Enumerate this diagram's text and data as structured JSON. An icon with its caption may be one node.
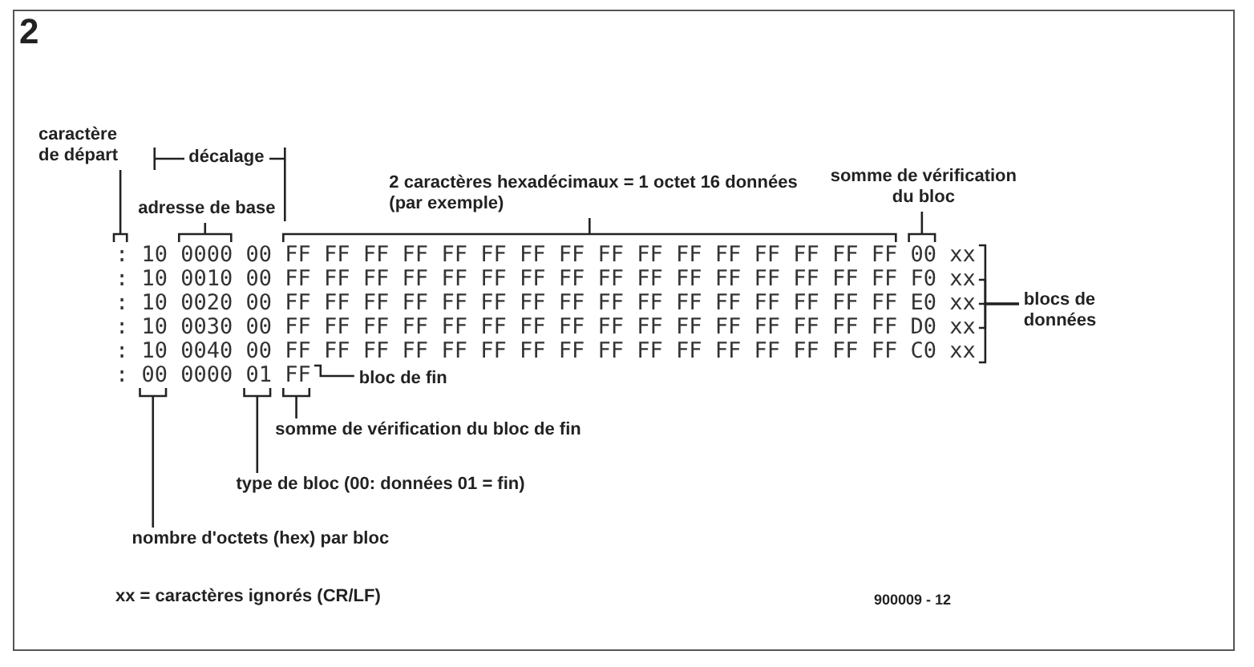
{
  "diagram": {
    "nodes": [
      {
        "text": [
          "caractère de départ"
        ]
      },
      {
        "text": [
          "adresse de base"
        ]
      },
      {
        "text": [
          "2 caractères hexadécimaux = 1 octet 16 données (par exemple)"
        ]
      },
      {
        "text": [
          "somme de vérification du bloc"
        ]
      },
      {
        "text": [
          "blocs de données"
        ]
      },
      {
        "text": [
          "bloc de fin"
        ]
      },
      {
        "text": [
          "somme de vérification du bloc de fin"
        ]
      },
      {
        "text": [
          "type de bloc (00: données 01 = fin)"
        ]
      },
      {
        "text": [
          "nombre d'octets (hex) par bloc"
        ]
      },
      {
        "text": [
          ": 10 0000 00 FF FF FF FF FF FF FF FF FF FF FF FF FF FF FF FF 00 xx"
        ]
      },
      {
        "text": [
          ": 10 0010 00 FF FF FF FF FF FF FF FF FF FF FF FF FF FF FF FF F0 xx"
        ]
      },
      {
        "text": [
          ": 10 0020 00 FF FF FF FF FF FF FF FF FF FF FF FF FF FF FF FF E0 xx"
        ]
      },
      {
        "text": [
          ": 10 0030 00 FF FF FF FF FF FF FF FF FF FF FF FF FF FF FF FF D0 xx"
        ]
      },
      {
        "text": [
          ": 10 0040 00 FF FF FF FF FF FF FF FF FF FF FF FF FF FF FF FF C0 xx"
        ]
      },
      {
        "text": [
          ": 00 0000 01 FF"
        ]
      }
    ],
    "edges": [
      {
        "from": 0,
        "to": 9,
        "arrow": "none"
      },
      {
        "from": 1,
        "to": 9,
        "arrow": "none"
      },
      {
        "from": 2,
        "to": 9,
        "arrow": "none"
      },
      {
        "from": 3,
        "to": 9,
        "arrow": "none"
      },
      {
        "from": 4,
        "to": 9,
        "arrow": "none"
      },
      {
        "from": 4,
        "to": 10,
        "arrow": "none"
      },
      {
        "from": 4,
        "to": 11,
        "arrow": "none"
      },
      {
        "from": 4,
        "to": 12,
        "arrow": "none"
      },
      {
        "from": 4,
        "to": 13,
        "arrow": "none"
      },
      {
        "from": 5,
        "to": 14,
        "arrow": "none"
      },
      {
        "from": 6,
        "to": 14,
        "arrow": "none"
      },
      {
        "from": 7,
        "to": 14,
        "arrow": "none"
      },
      {
        "from": 8,
        "to": 14,
        "arrow": "none"
      }
    ],
    "labels": [
      "2",
      "décalage",
      "xx = caractères ignorés (CR/LF)",
      "900009 - 12"
    ]
  }
}
